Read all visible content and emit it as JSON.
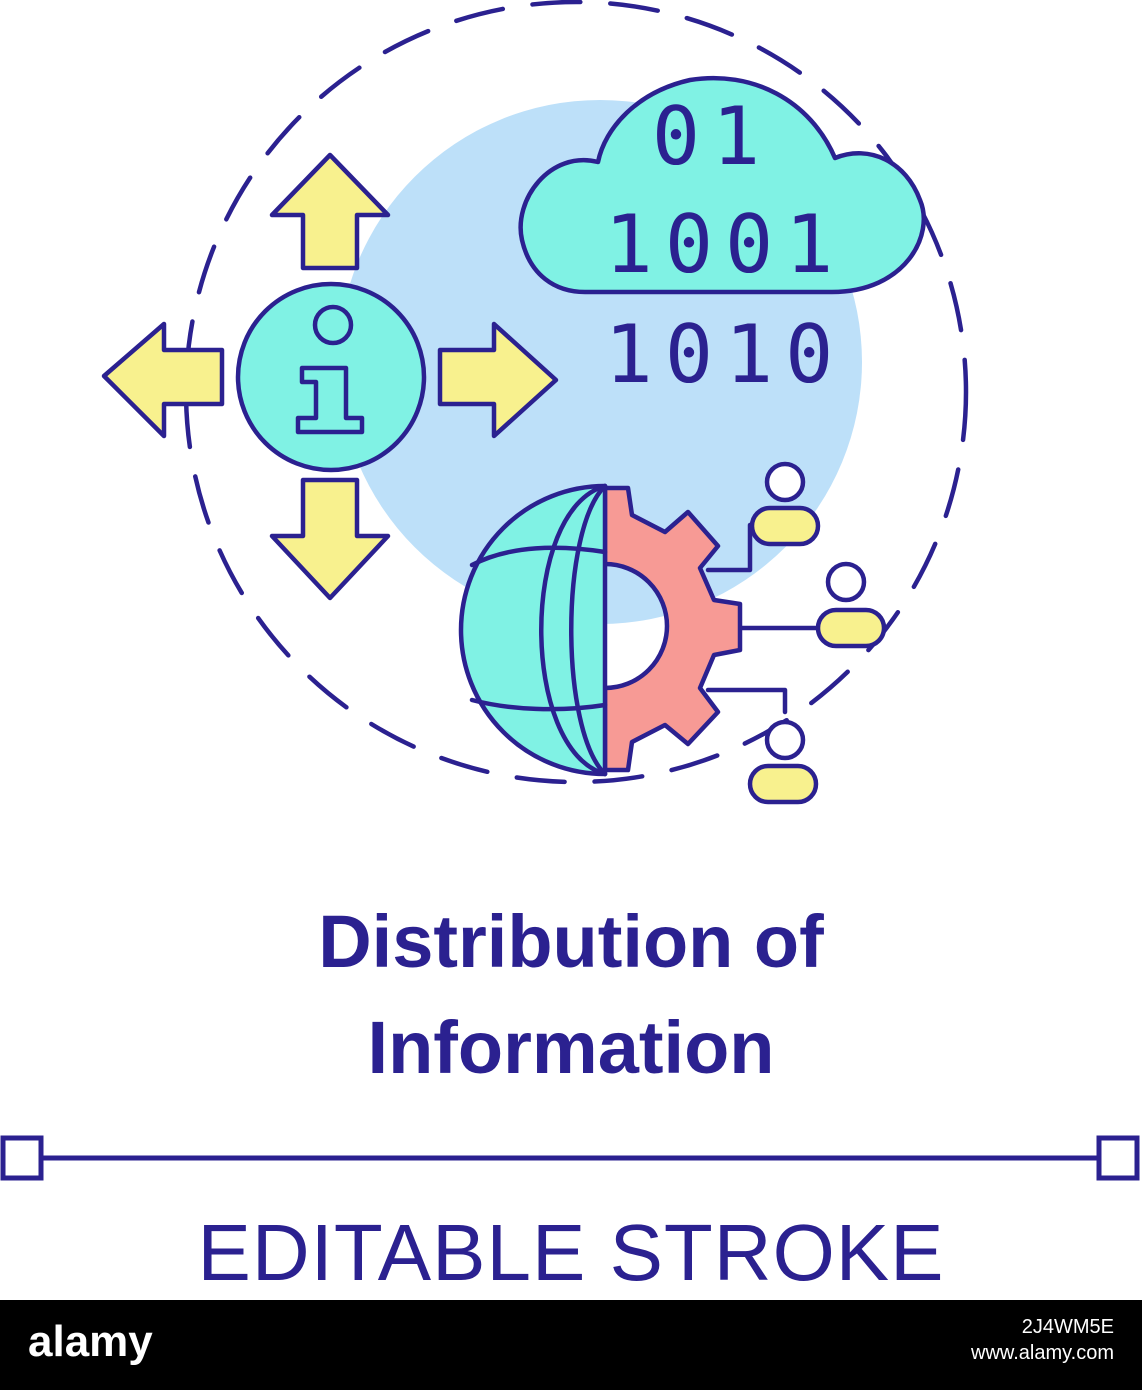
{
  "title": {
    "line1": "Distribution of",
    "line2": "Information"
  },
  "editable_label": "EDITABLE STROKE",
  "footer": {
    "logo": "alamy",
    "image_id": "2J4WM5E",
    "site": "www.alamy.com"
  },
  "binary": {
    "row1": "01",
    "row2": "1001",
    "row3": "1010"
  },
  "colors": {
    "stroke": "#2b2190",
    "yellow": "#f8f18e",
    "cyan": "#80f2e4",
    "blue_circle": "#bde0f9",
    "gear_red": "#f79a95"
  },
  "icons": [
    "info-icon",
    "arrow-up-icon",
    "arrow-down-icon",
    "arrow-left-icon",
    "arrow-right-icon",
    "cloud-icon",
    "globe-icon",
    "gear-icon",
    "person-icon"
  ]
}
